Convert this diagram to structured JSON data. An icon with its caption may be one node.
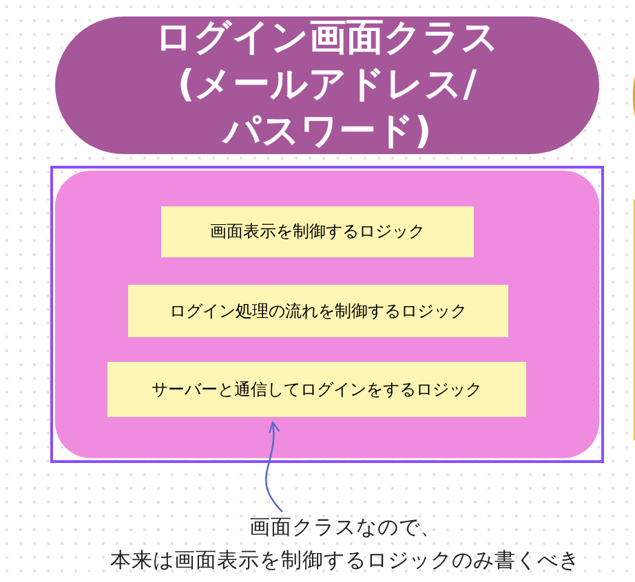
{
  "diagram": {
    "nodes": [
      {
        "text": [
          "ログイン画面クラス(メールアドレス/パスワード)"
        ]
      },
      {
        "text": [],
        "shape": "box"
      },
      {
        "text": [
          "画面表示を制御するロジック"
        ],
        "in": 1
      },
      {
        "text": [
          "ログイン処理の流れを制御するロジック"
        ],
        "in": 1
      },
      {
        "text": [
          "サーバーと通信してログインをするロジック"
        ],
        "in": 1
      },
      {
        "text": [
          "画面クラスなので、本来は画面表示を制御するロジックのみ書くべき"
        ]
      }
    ],
    "edges": [
      {
        "from": 5,
        "to": 4,
        "arrow": "to",
        "color": "#5b6cc8"
      }
    ]
  }
}
